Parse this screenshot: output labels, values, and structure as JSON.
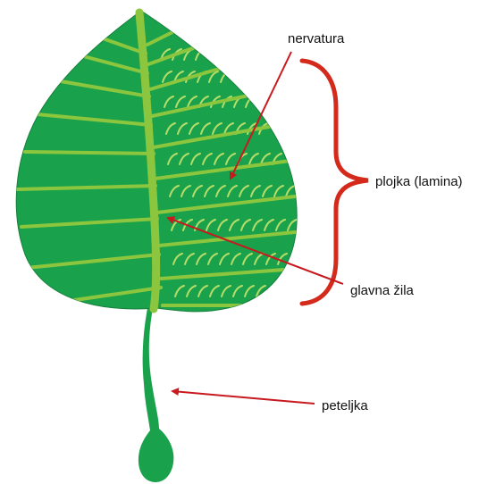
{
  "labels": {
    "nervatura": "nervatura",
    "plojka": "plojka (lamina)",
    "glavna_zila": "glavna žila",
    "peteljka": "peteljka"
  },
  "colors": {
    "leaf": "#1aa14b",
    "leaf_edge": "#15803b",
    "vein": "#8cc63f",
    "veinlet": "#b6dd6a",
    "arrow": "#c8191f",
    "brace": "#d42a1c",
    "text": "#111111"
  }
}
